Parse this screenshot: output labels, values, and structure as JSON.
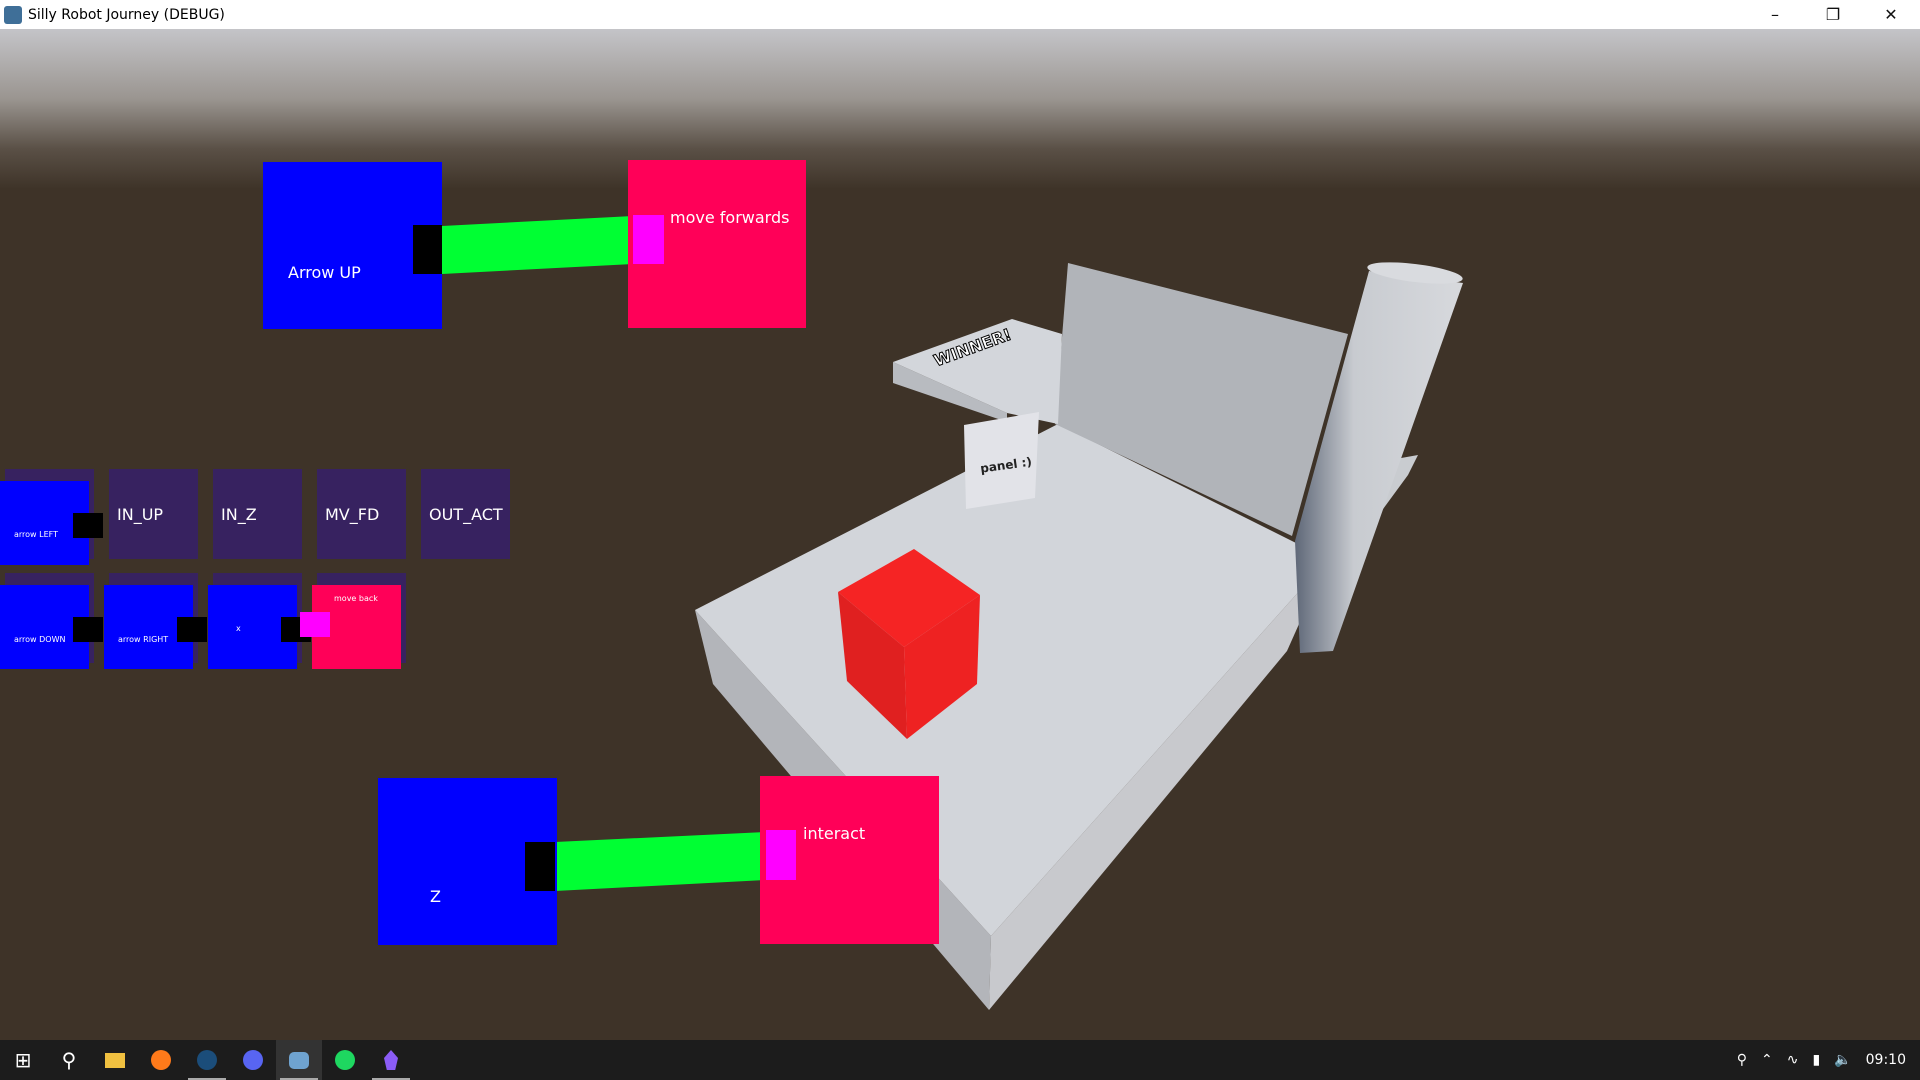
{
  "window": {
    "title": "Silly Robot Journey (DEBUG)",
    "controls": [
      "minimize",
      "restore",
      "close"
    ]
  },
  "graph": {
    "top": {
      "input": "Arrow UP",
      "output": "move forwards"
    },
    "bottom": {
      "input": "Z",
      "output": "interact"
    },
    "slots_row1": [
      "IN_UP",
      "IN_Z",
      "MV_FD",
      "OUT_ACT"
    ],
    "mini": {
      "left": "arrow LEFT",
      "down": "arrow DOWN",
      "right": "arrow RIGHT",
      "x": "x",
      "back": "move back"
    }
  },
  "scene": {
    "sign": "WINNER!",
    "panel": "panel :)"
  },
  "taskbar": {
    "apps": [
      "start",
      "search",
      "file-explorer",
      "firefox",
      "steam",
      "discord",
      "godot",
      "spotify",
      "obsidian"
    ],
    "clock": "09:10"
  },
  "colors": {
    "input": "#0000ff",
    "output": "#ff0058",
    "wire": "#00ff33",
    "slot": "#372260",
    "bg": "#3e3328"
  }
}
